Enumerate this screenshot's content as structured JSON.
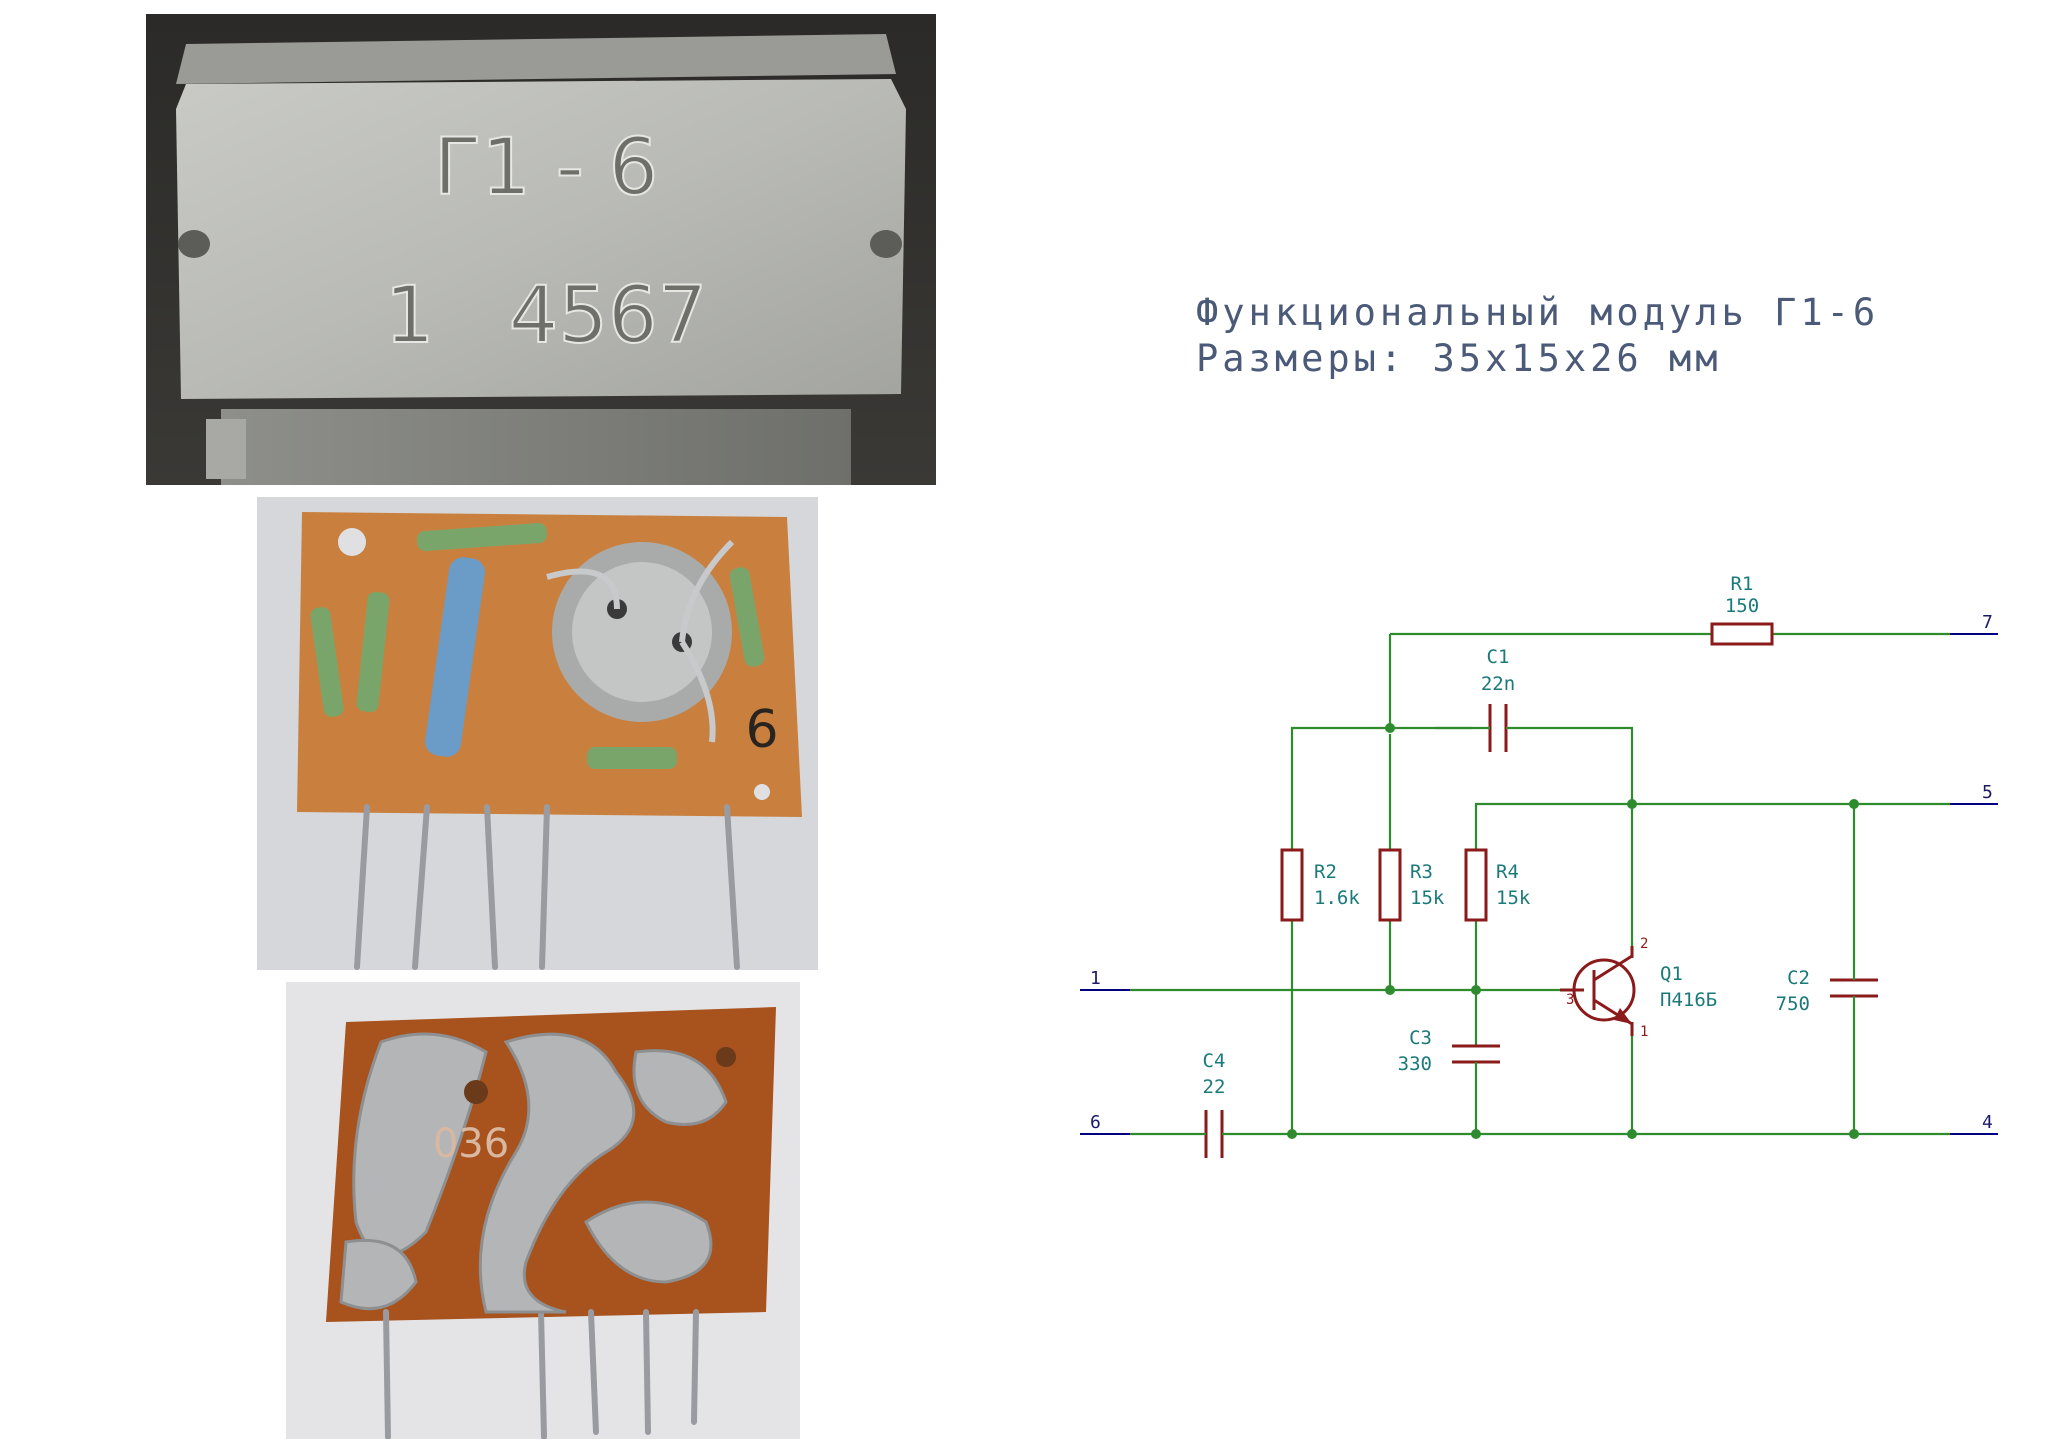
{
  "photos": {
    "case": {
      "marking_top": "Г1 - 6",
      "marking_bottom": "1   4567"
    },
    "board_top": {
      "marking": "6"
    },
    "board_bottom": {
      "marking": "036"
    }
  },
  "title": {
    "line1": "Функциональный модуль Г1-6",
    "line2": "Размеры: 35x15x26 мм"
  },
  "schematic": {
    "R1": {
      "ref": "R1",
      "value": "150"
    },
    "R2": {
      "ref": "R2",
      "value": "1.6k"
    },
    "R3": {
      "ref": "R3",
      "value": "15k"
    },
    "R4": {
      "ref": "R4",
      "value": "15k"
    },
    "C1": {
      "ref": "C1",
      "value": "22n"
    },
    "C2": {
      "ref": "C2",
      "value": "750"
    },
    "C3": {
      "ref": "C3",
      "value": "330"
    },
    "C4": {
      "ref": "C4",
      "value": "22"
    },
    "Q1": {
      "ref": "Q1",
      "value": "П416Б",
      "pin_b": "3",
      "pin_c": "2",
      "pin_e": "1"
    },
    "pins": {
      "p1": "1",
      "p4": "4",
      "p5": "5",
      "p6": "6",
      "p7": "7"
    }
  },
  "colors": {
    "wire": "#2e8b2e",
    "component": "#8b1a1a",
    "reference_text": "#1a7a7a",
    "title_text": "#4a5a78"
  }
}
